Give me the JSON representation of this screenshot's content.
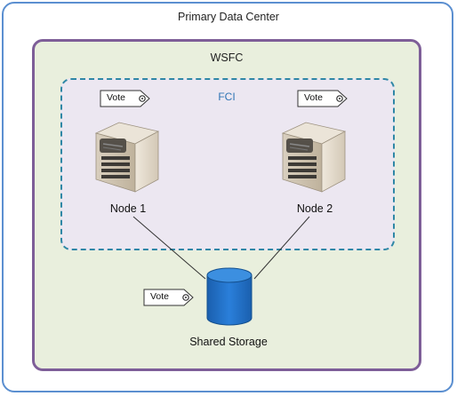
{
  "outer": {
    "title": "Primary Data Center"
  },
  "cluster": {
    "title": "WSFC"
  },
  "fci": {
    "title": "FCI"
  },
  "nodes": [
    {
      "label": "Node 1",
      "vote_label": "Vote"
    },
    {
      "label": "Node 2",
      "vote_label": "Vote"
    }
  ],
  "storage": {
    "label": "Shared Storage",
    "vote_label": "Vote"
  },
  "colors": {
    "outer_border": "#5b8fd0",
    "cluster_border": "#7e5e98",
    "cluster_fill": "#e9efdd",
    "fci_border": "#2f87a6",
    "fci_fill": "#ece7f1",
    "storage_fill": "#1f6fc5"
  }
}
